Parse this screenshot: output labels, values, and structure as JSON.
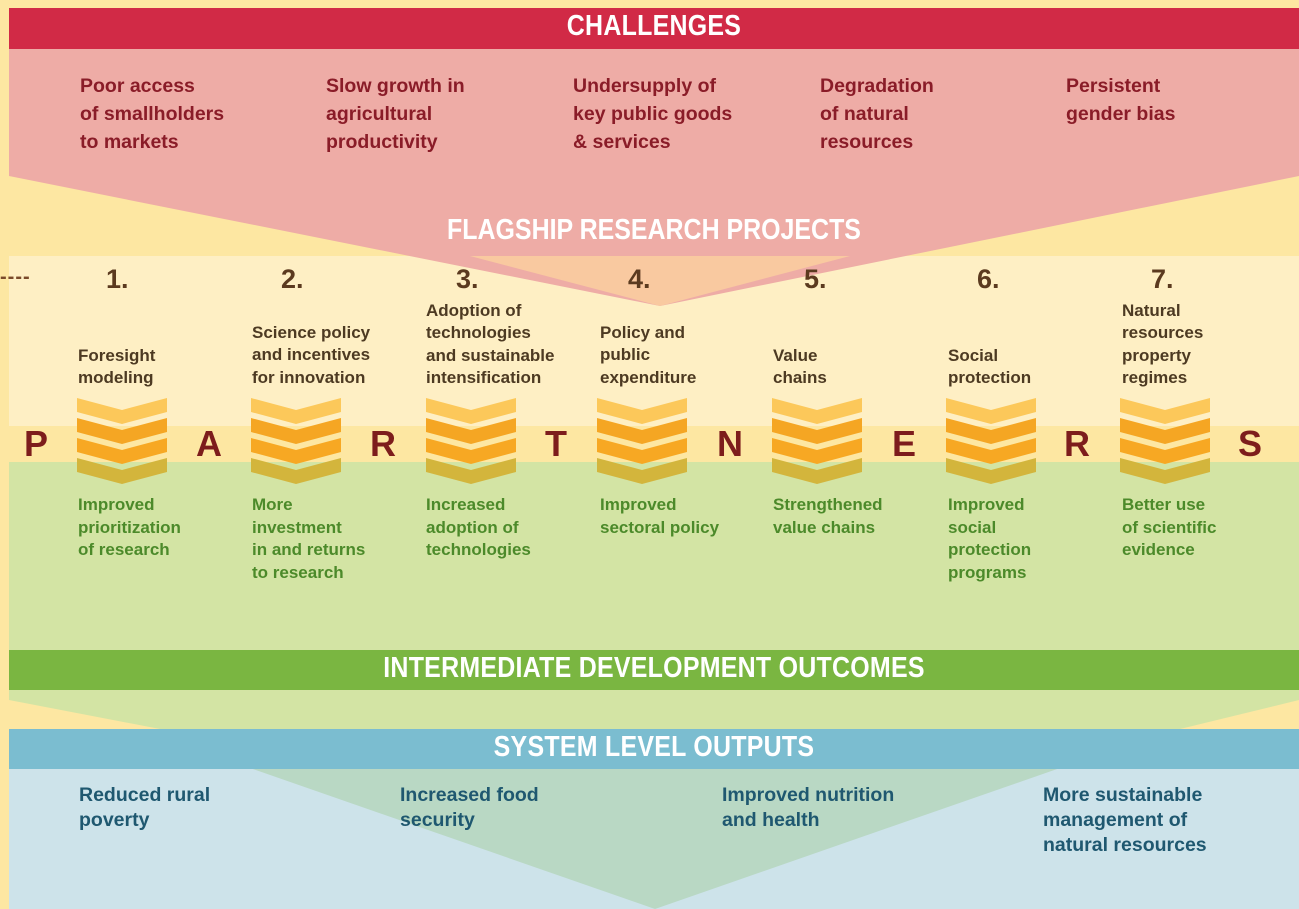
{
  "challenges": {
    "title": "CHALLENGES",
    "items": [
      "Poor access\nof smallholders\nto markets",
      "Slow growth in\nagricultural\nproductivity",
      "Undersupply of\nkey public goods\n& services",
      "Degradation\nof natural\nresources",
      "Persistent\ngender bias"
    ]
  },
  "flagship": {
    "title": "FLAGSHIP RESEARCH PROJECTS",
    "connector": "----",
    "projects": [
      {
        "number": "1.",
        "name": "Foresight\nmodeling",
        "outcome": "Improved\nprioritization\nof research"
      },
      {
        "number": "2.",
        "name": "Science policy\nand incentives\nfor innovation",
        "outcome": "More\ninvestment\nin and returns\nto research"
      },
      {
        "number": "3.",
        "name": "Adoption of\ntechnologies\nand sustainable\nintensification",
        "outcome": "Increased\nadoption of\ntechnologies"
      },
      {
        "number": "4.",
        "name": "Policy and\npublic\nexpenditure",
        "outcome": "Improved\nsectoral policy"
      },
      {
        "number": "5.",
        "name": "Value\nchains",
        "outcome": "Strengthened\nvalue chains"
      },
      {
        "number": "6.",
        "name": "Social\nprotection",
        "outcome": "Improved\nsocial\nprotection\nprograms"
      },
      {
        "number": "7.",
        "name": "Natural\nresources\nproperty\nregimes",
        "outcome": "Better use\nof scientific\nevidence"
      }
    ]
  },
  "partners": {
    "letters": [
      "P",
      "A",
      "R",
      "T",
      "N",
      "E",
      "R",
      "S"
    ]
  },
  "intermediate": {
    "title": "INTERMEDIATE DEVELOPMENT OUTCOMES"
  },
  "system": {
    "title": "SYSTEM LEVEL OUTPUTS",
    "outputs": [
      "Reduced rural\npoverty",
      "Increased food\nsecurity",
      "Improved nutrition\nand health",
      "More sustainable\nmanagement of\nnatural resources"
    ]
  },
  "colors": {
    "background": "#fde7a2",
    "challenges_banner": "#d12a46",
    "challenges_band": "#eeaca6",
    "flagship_band": "#feefc4",
    "outcomes_band": "#d3e4a4",
    "intermediate_banner": "#7ab641",
    "system_banner": "#7bbdd0",
    "system_band": "#cde3ea",
    "system_funnel": "#b9d8c4",
    "chevron_light": "#fcc85a",
    "chevron_dark": "#f5a623",
    "chevron_olive": "#d3b53c"
  }
}
